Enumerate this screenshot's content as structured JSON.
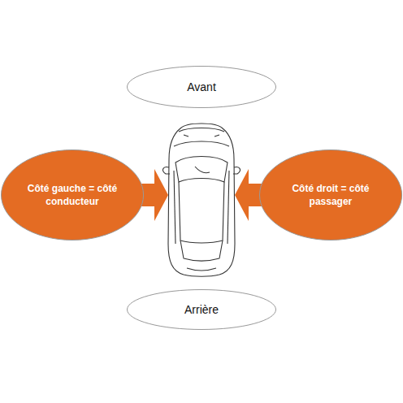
{
  "diagram": {
    "nodes": [
      {
        "text": [
          "Avant"
        ]
      },
      {
        "text": [
          "Côté gauche = côté conducteur"
        ]
      },
      {
        "text": [
          "Côté droit = côté passager"
        ]
      },
      {
        "text": [
          "Arrière"
        ]
      }
    ]
  }
}
